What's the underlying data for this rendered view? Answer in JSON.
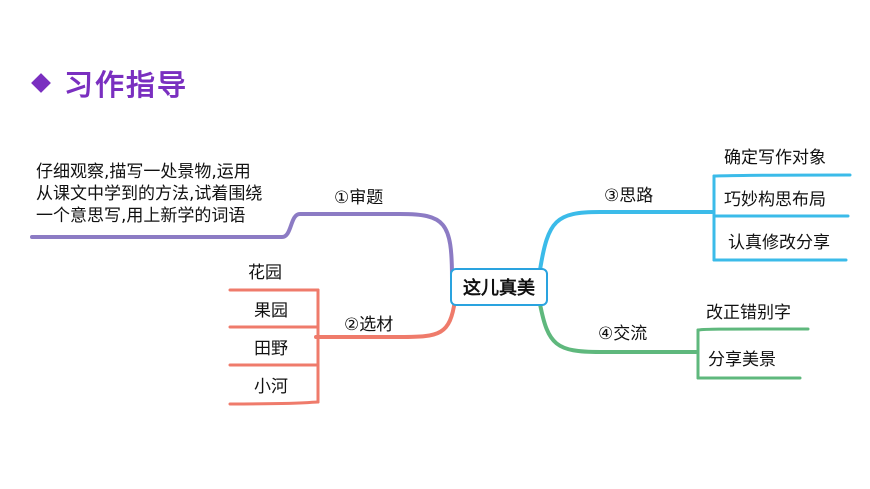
{
  "header": {
    "title": "习作指导"
  },
  "center": "这儿真美",
  "branches": {
    "review": {
      "label": "①审题",
      "text": [
        "仔细观察,描写一处景物,运用",
        "从课文中学到的方法,试着围绕",
        "一个意思写,用上新学的词语"
      ]
    },
    "material": {
      "label": "②选材",
      "items": [
        "花园",
        "果园",
        "田野",
        "小河"
      ]
    },
    "thinking": {
      "label": "③思路",
      "items": [
        "确定写作对象",
        "巧妙构思布局",
        "认真修改分享"
      ]
    },
    "exchange": {
      "label": "④交流",
      "items": [
        "改正错别字",
        "分享美景"
      ]
    }
  },
  "colors": {
    "accent": "#7a2fc0",
    "review": "#8c7bc4",
    "material": "#ef7b6b",
    "thinking": "#3bbbe9",
    "exchange": "#5fb87d",
    "center_border": "#2aa3df"
  }
}
